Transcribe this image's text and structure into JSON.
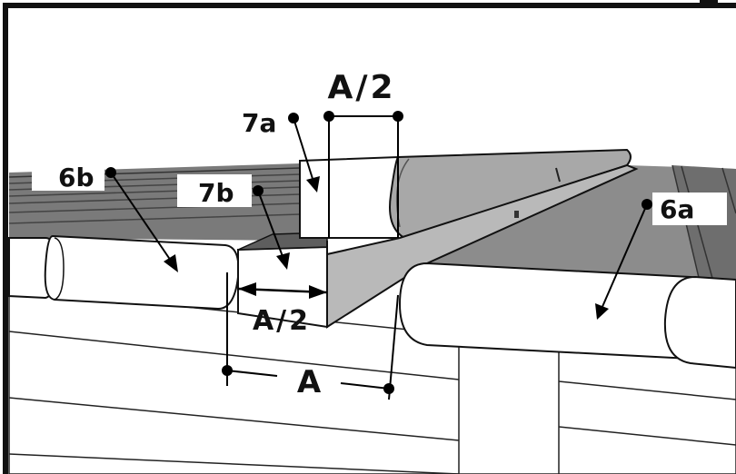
{
  "labels": {
    "part_6b": "6b",
    "part_7a": "7a",
    "part_7b": "7b",
    "part_6a": "6a",
    "dim_half_top": "A/2",
    "dim_half_left": "A/2",
    "dim_full": "A"
  },
  "colors": {
    "frame": "#111111",
    "roof_dark": "#6e6e6e",
    "roof_mid": "#8a8a8a",
    "roof_light": "#a9a9a9",
    "log_fill": "#ffffff",
    "wall_fill": "#ffffff",
    "gutter_dark": "#5c5c5c",
    "gutter_face": "#c7c7c7",
    "line": "#000000"
  }
}
